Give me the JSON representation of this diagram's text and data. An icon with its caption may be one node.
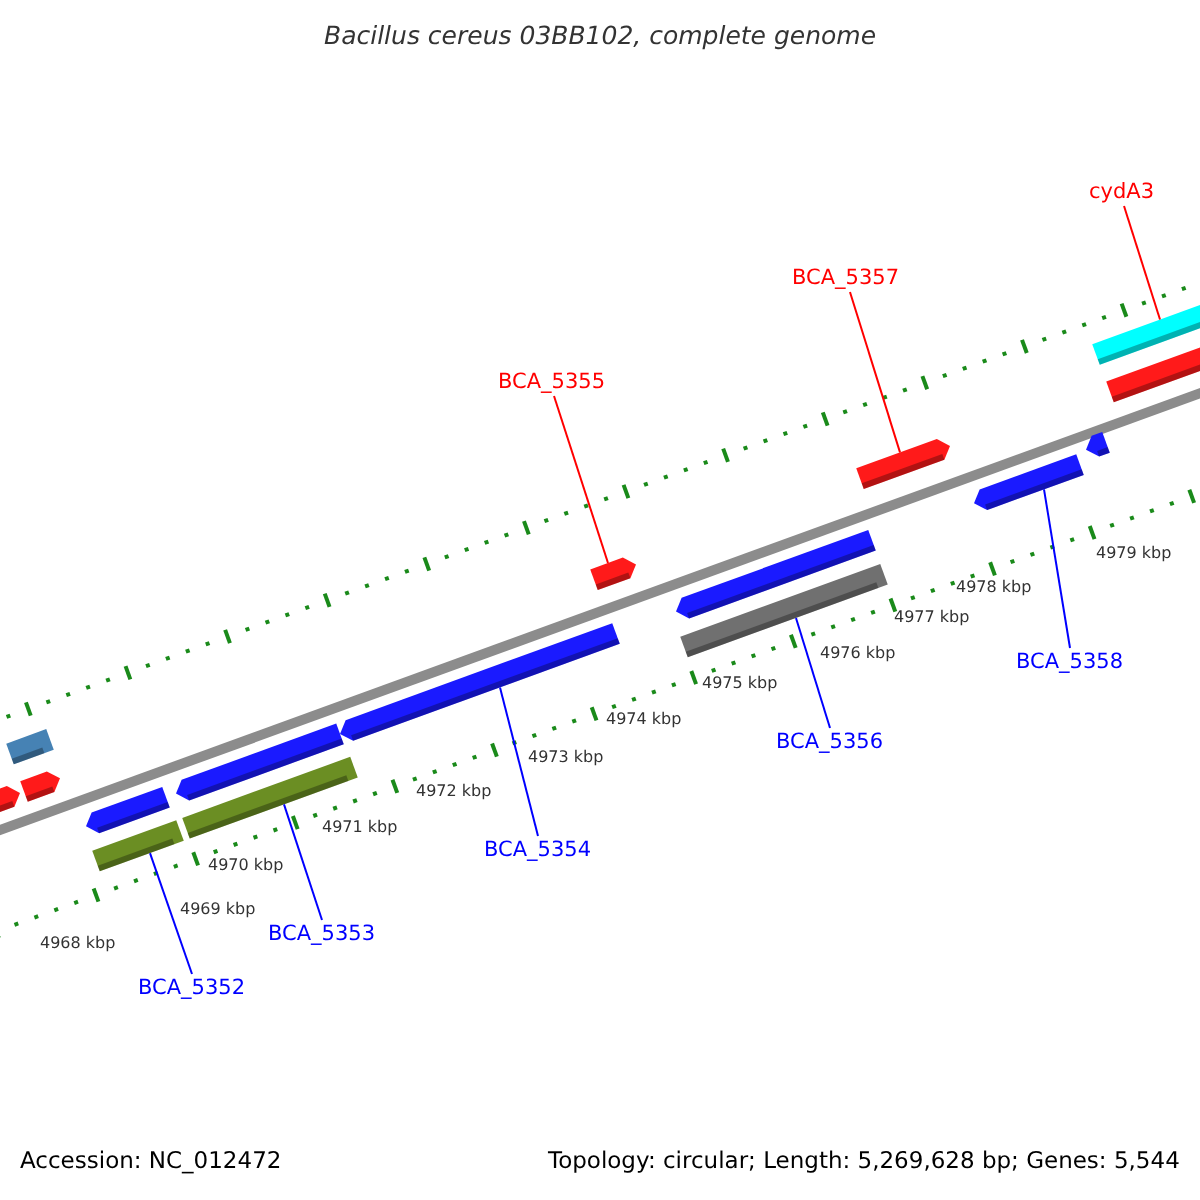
{
  "diagram": {
    "title": "Bacillus cereus 03BB102, complete genome",
    "nodes": [
      {
        "text": [
          "cydA3"
        ]
      },
      {
        "text": [
          "BCA_5357"
        ]
      },
      {
        "text": [
          "BCA_5355"
        ]
      },
      {
        "text": [
          "BCA_5358"
        ]
      },
      {
        "text": [
          "BCA_5356"
        ]
      },
      {
        "text": [
          "BCA_5354"
        ]
      },
      {
        "text": [
          "BCA_5353"
        ]
      },
      {
        "text": [
          "BCA_5352"
        ]
      },
      {
        "text": [],
        "shape": "bar"
      },
      {
        "text": [],
        "shape": "bar"
      },
      {
        "text": [],
        "shape": "arrow"
      },
      {
        "text": [],
        "shape": "arrow"
      },
      {
        "text": [],
        "shape": "bar"
      },
      {
        "text": [],
        "shape": "arrow"
      },
      {
        "text": [],
        "shape": "arrow"
      },
      {
        "text": [],
        "shape": "bar"
      }
    ],
    "edges": [
      {
        "from": 0,
        "to": 15,
        "arrow": "none",
        "color": "#ff0000"
      },
      {
        "from": 1,
        "to": 13,
        "arrow": "none",
        "color": "#ff0000"
      },
      {
        "from": 2,
        "to": 11,
        "arrow": "none",
        "color": "#ff0000"
      },
      {
        "from": 3,
        "to": 14,
        "arrow": "none"
      },
      {
        "from": 4,
        "to": 12,
        "arrow": "none"
      },
      {
        "from": 5,
        "to": 10,
        "arrow": "none"
      },
      {
        "from": 6,
        "to": 9,
        "arrow": "none"
      },
      {
        "from": 7,
        "to": 8,
        "arrow": "none"
      }
    ],
    "labels": [
      "4979 kbp",
      "4978 kbp",
      "4977 kbp",
      "4976 kbp",
      "4975 kbp",
      "4974 kbp",
      "4973 kbp",
      "4972 kbp",
      "4971 kbp",
      "4970 kbp",
      "4969 kbp",
      "4968 kbp",
      "Accession: NC_012472",
      "Topology: circular; Length: 5,269,628 bp; Genes: 5,544"
    ]
  }
}
